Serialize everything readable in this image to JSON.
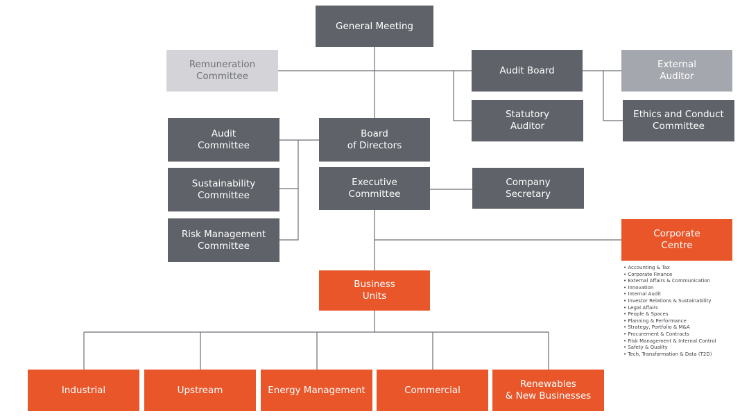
{
  "nodes": {
    "general_meeting": "General Meeting",
    "remuneration_committee": "Remuneration\nCommittee",
    "audit_board": "Audit Board",
    "external_auditor": "External\nAuditor",
    "statutory_auditor": "Statutory\nAuditor",
    "ethics_committee": "Ethics and Conduct\nCommittee",
    "audit_committee": "Audit\nCommittee",
    "board_of_directors": "Board\nof Directors",
    "sustainability_committee": "Sustainability\nCommittee",
    "executive_committee": "Executive\nCommittee",
    "company_secretary": "Company\nSecretary",
    "risk_management_committee": "Risk Management\nCommittee",
    "corporate_centre": "Corporate\nCentre",
    "business_units": "Business\nUnits",
    "industrial": "Industrial",
    "upstream": "Upstream",
    "energy_management": "Energy Management",
    "commercial": "Commercial",
    "renewables": "Renewables\n& New Businesses"
  },
  "corporate_centre_functions": [
    "Accounting & Tax",
    "Corporate Finance",
    "External Affairs & Communication",
    "Innovation",
    "Internal Audit",
    "Investor Relations & Sustainability",
    "Legal Affairs",
    "People & Spaces",
    "Planning & Performance",
    "Strategy, Portfolio & M&A",
    "Procurement & Contracts",
    "Risk Management & Internal Control",
    "Safety & Quality",
    "Tech, Transformation & Data (T2D)"
  ],
  "colors": {
    "dark": "#5f6269",
    "light": "#d4d4d8",
    "mid": "#a4a7ad",
    "orange": "#e8562a",
    "connector": "#6b6d74"
  }
}
